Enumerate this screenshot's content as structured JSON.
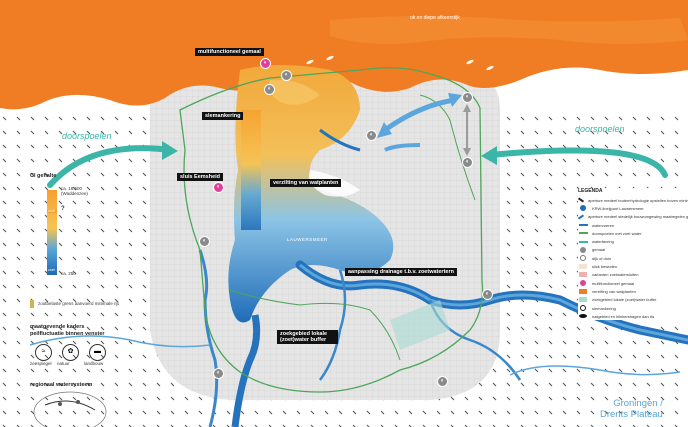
{
  "map": {
    "sea_label": "ok en diepe afkeerstijk",
    "labels": {
      "multifunctional_dike": "multifunctioneel gemaal",
      "cleaning": "slemankering",
      "sluis": "sluis Eemsheid",
      "verzilting": "verzilting van watplanten",
      "lauwersmeer": "LAUWERSMEER",
      "drainage": "aanpassing drainage t.b.v. zoetwatertern",
      "zoekgebied": "zoekgebied lokale (zoet)water buffer"
    },
    "flows": {
      "left": "doorspoelen",
      "right": "doorspoelen"
    },
    "region": "Groningen / Drents Plateau"
  },
  "gradient": {
    "title": "Cl gehalte",
    "top_value": "ca. 16.500 (Waddenzee)",
    "mid_value": "?",
    "bottom_value": "ca. 250",
    "top_tag": "zout",
    "bottom_tag": "zoet",
    "note": "zoutbelaste grens aanvoerd minimale rijt"
  },
  "governing": {
    "title": "maatgevende kaders peilfluctuatie binnen venster",
    "icons": [
      "zeespiegel",
      "natuur",
      "landbouw"
    ]
  },
  "regional": {
    "title": "regionaal watersysteem"
  },
  "legend": {
    "title": "LEGENDA",
    "items": [
      {
        "icon": "diagonal-mark-icon",
        "label": "aperture medeel bodemhydrologie opstellen boven minim ritsen"
      },
      {
        "icon": "krw-icon",
        "label": "KRW-lineijpunt Lauwersmeer"
      },
      {
        "icon": "blue-mark-icon",
        "label": "aperture medeel stedelijk bouwomgewing maatregelen gebied gereden"
      },
      {
        "icon": "water-line-icon",
        "label": "watervoeren"
      },
      {
        "icon": "green-line-icon",
        "label": "doorspoelen met zoet water"
      },
      {
        "icon": "teal-line-icon",
        "label": "waterfavring"
      },
      {
        "icon": "gemaal-icon",
        "label": "gemaal"
      },
      {
        "icon": "dike-icon",
        "label": "dijk of duin"
      },
      {
        "icon": "slick-icon",
        "label": "slick bewuden"
      },
      {
        "icon": "zoetwater-icon",
        "label": "varianten zoetwatersluiten"
      },
      {
        "icon": "multifunctional-icon",
        "label": "multifunctioneel gemaal"
      },
      {
        "icon": "verzilting-icon",
        "label": "verzilting van watplanten"
      },
      {
        "icon": "buffer-icon",
        "label": "zoekgebied lokale (zoet)water buffer"
      },
      {
        "icon": "slemanking-icon",
        "label": "slemankering"
      },
      {
        "icon": "natuur-icon",
        "label": "natgebied en kiinkershagen dan rts"
      }
    ]
  },
  "colors": {
    "sea_orange": "#f07d23",
    "orange_light": "#f6a02e",
    "land_grey": "#e1e1e1",
    "blue_deep": "#1f6cb8",
    "green_border": "#4da65a",
    "teal": "#3ab5a8"
  }
}
